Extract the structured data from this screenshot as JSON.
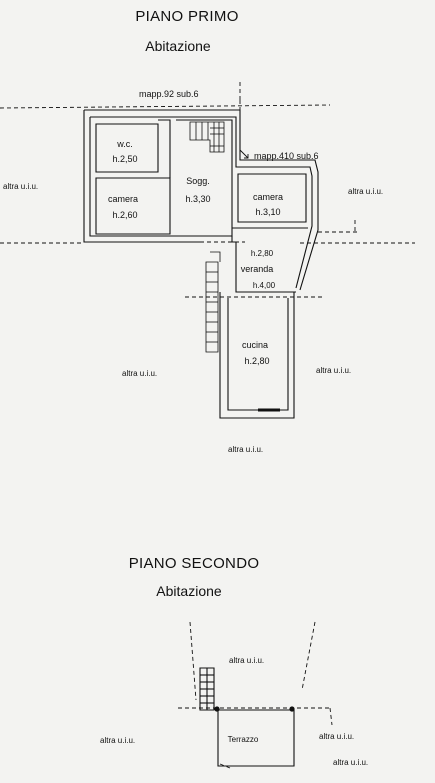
{
  "floor1": {
    "title": "PIANO PRIMO",
    "subtitle": "Abitazione",
    "parcel_a": "mapp.92 sub.6",
    "parcel_b": "mapp.410 sub.6",
    "rooms": {
      "wc": {
        "name": "w.c.",
        "height": "h.2,50"
      },
      "camera_left": {
        "name": "camera",
        "height": "h.2,60"
      },
      "soggiorno": {
        "name": "Sogg.",
        "height": "h.3,30"
      },
      "camera_right": {
        "name": "camera",
        "height": "h.3,10"
      },
      "veranda": {
        "height_top": "h.2,80",
        "name": "veranda",
        "height_bottom": "h.4,00"
      },
      "cucina": {
        "name": "cucina",
        "height": "h.2,80"
      }
    },
    "neighbors": {
      "left": "altra u.i.u.",
      "right": "altra u.i.u.",
      "lower_left": "altra u.i.u.",
      "lower_right": "altra u.i.u.",
      "bottom": "altra u.i.u."
    }
  },
  "floor2": {
    "title": "PIANO SECONDO",
    "subtitle": "Abitazione",
    "room": "Terrazzo",
    "neighbors": {
      "top": "altra u.i.u.",
      "left": "altra u.i.u.",
      "right": "altra u.i.u.",
      "bottom_right": "altra u.i.u."
    }
  },
  "colors": {
    "background": "#f3f3f1",
    "ink": "#111111"
  }
}
